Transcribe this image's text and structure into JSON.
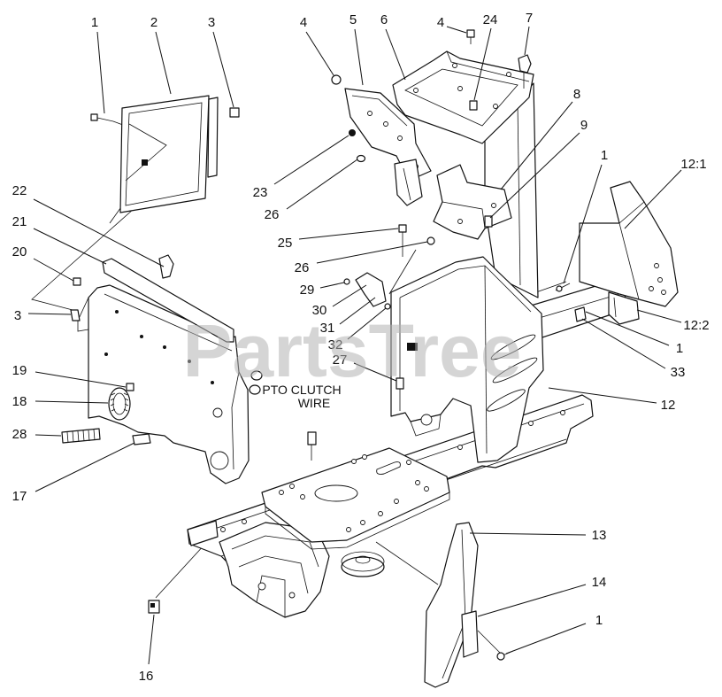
{
  "diagram": {
    "callouts": [
      "1",
      "2",
      "3",
      "4",
      "5",
      "6",
      "4",
      "24",
      "7",
      "8",
      "9",
      "1",
      "12:1",
      "22",
      "21",
      "20",
      "3",
      "23",
      "26",
      "25",
      "26",
      "29",
      "30",
      "31",
      "32",
      "27",
      "12:2",
      "1",
      "33",
      "12",
      "19",
      "18",
      "28",
      "17",
      "13",
      "14",
      "1",
      "16"
    ],
    "annotation": {
      "line1": "PTO CLUTCH",
      "line2": "WIRE"
    },
    "watermark": "PartsTree",
    "colors": {
      "line": "#111111",
      "background": "#ffffff",
      "watermark": "#b4b4b4"
    }
  }
}
